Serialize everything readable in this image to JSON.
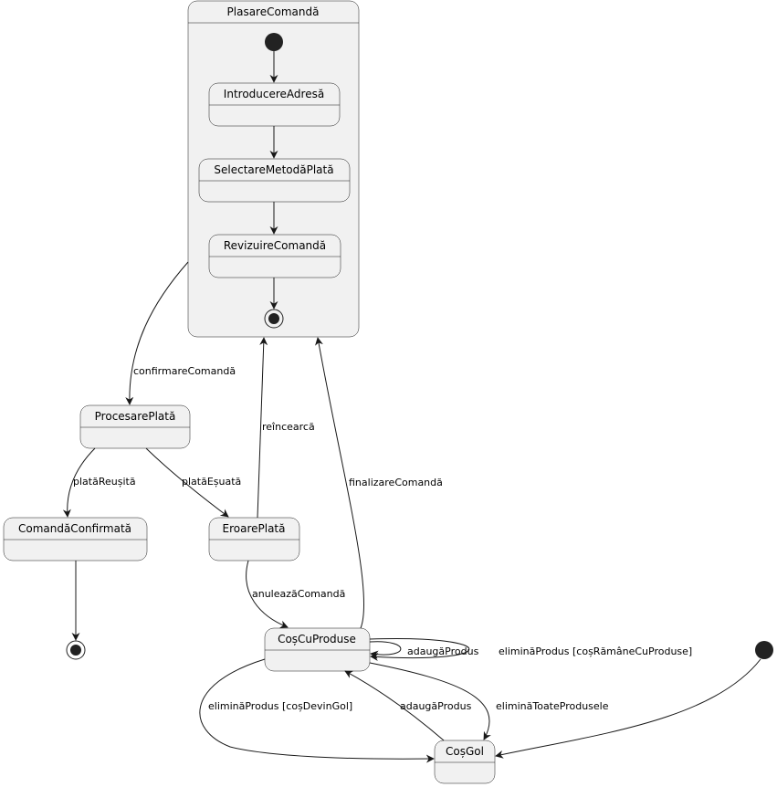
{
  "states": {
    "plasare_comanda": "PlasareComandă",
    "introducere_adresa": "IntroducereAdresă",
    "selectare_metoda_plata": "SelectareMetodăPlată",
    "revizuire_comanda": "RevizuireComandă",
    "procesare_plata": "ProcesarePlată",
    "comanda_confirmata": "ComandăConfirmată",
    "eroare_plata": "EroarePlată",
    "cos_cu_produse": "CoșCuProduse",
    "cos_gol": "CoșGol"
  },
  "transitions": {
    "confirmare_comanda": "confirmareComandă",
    "plata_reusita": "platăReușită",
    "plata_esuata": "platăEșuată",
    "reincearca": "reîncearcă",
    "finalizare_comanda": "finalizareComandă",
    "anuleaza_comanda": "anuleazăComandă",
    "adauga_produs_self": "adaugăProdus",
    "elimina_produs_ramane": "eliminăProdus [coșRămâneCuProduse]",
    "elimina_produs_devin_gol": "eliminăProdus [coșDevinGol]",
    "adauga_produs_from_gol": "adaugăProdus",
    "elimina_toate_produsele": "eliminăToateProdusele"
  },
  "colors": {
    "state_fill": "#f1f1f1",
    "line": "#181818",
    "node": "#222222"
  }
}
